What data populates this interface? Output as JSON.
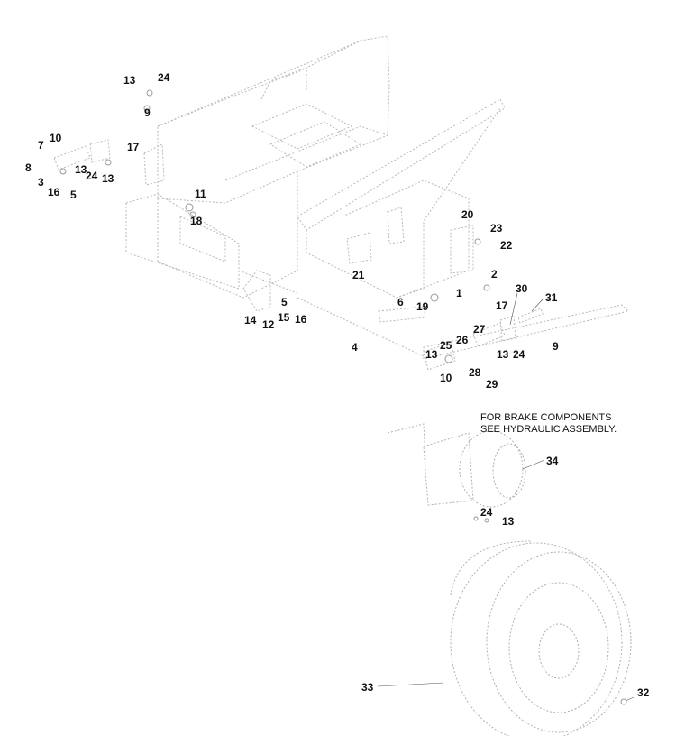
{
  "note": {
    "line1": "FOR BRAKE COMPONENTS",
    "line2": "SEE HYDRAULIC ASSEMBLY."
  },
  "callouts": [
    "13",
    "24",
    "9",
    "7",
    "10",
    "8",
    "13",
    "24",
    "13",
    "3",
    "16",
    "5",
    "17",
    "11",
    "18",
    "20",
    "23",
    "22",
    "21",
    "2",
    "6",
    "19",
    "1",
    "30",
    "31",
    "17",
    "14",
    "12",
    "15",
    "5",
    "16",
    "27",
    "4",
    "25",
    "26",
    "13",
    "13",
    "24",
    "9",
    "10",
    "28",
    "29",
    "34",
    "24",
    "13",
    "33",
    "32"
  ]
}
